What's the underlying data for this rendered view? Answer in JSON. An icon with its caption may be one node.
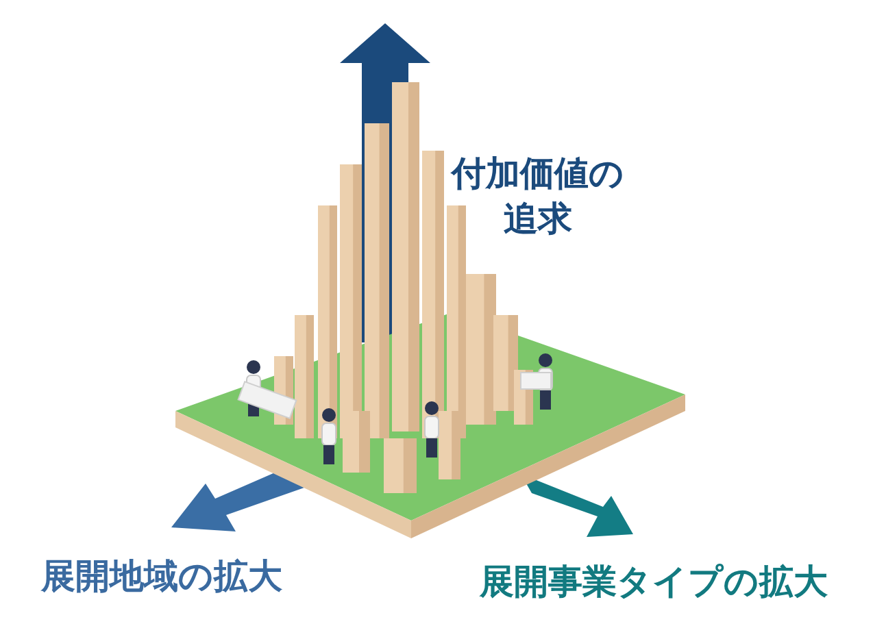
{
  "diagram": {
    "labels": [
      "付加価値の追求",
      "展開地域の拡大",
      "展開事業タイプの拡大"
    ]
  }
}
